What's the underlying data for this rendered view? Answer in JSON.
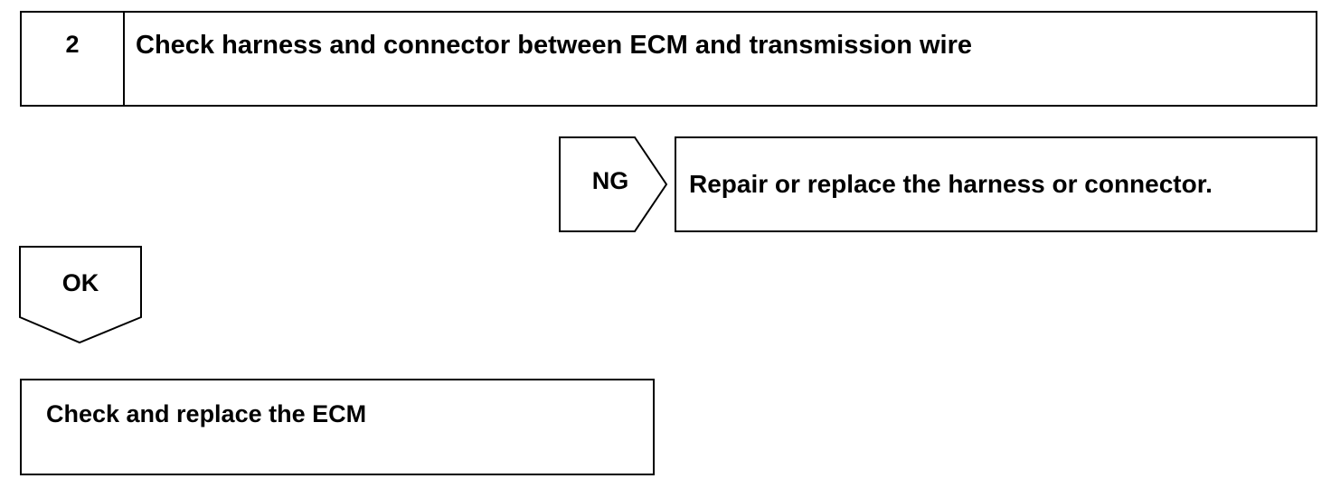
{
  "step": {
    "number": "2",
    "title": "Check harness and connector between ECM and transmission wire"
  },
  "ng_branch": {
    "label": "NG",
    "action": "Repair or replace the harness or connector."
  },
  "ok_branch": {
    "label": "OK"
  },
  "final_step": {
    "text": "Check and replace the ECM"
  }
}
